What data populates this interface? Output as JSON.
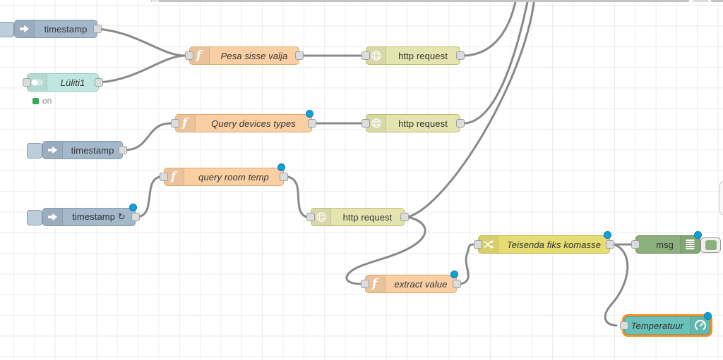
{
  "app": "node-red-flow-editor",
  "palette": {
    "canvas_bg": "#ffffff",
    "grid_line": "#ececec",
    "wire": "#898989",
    "inject_node": "#a3b8cb",
    "function_node": "#f9cfa3",
    "http_request_node": "#e4e4b1",
    "ui_switch_node": "#bfe6df",
    "change_node": "#e5dc73",
    "debug_node": "#8cb07c",
    "ui_gauge_node": "#68c2ba",
    "changed_indicator": "#0ea0d8",
    "selection_border": "#f88d21",
    "status_green": "#3ba55c"
  },
  "nodes": {
    "inject1": {
      "label": "timestamp",
      "type": "inject"
    },
    "switch1": {
      "label": "Lüliti1",
      "type": "ui-switch",
      "status_text": "on"
    },
    "func_pesa": {
      "label": "Pesa sisse valja",
      "type": "function"
    },
    "http1": {
      "label": "http request",
      "type": "http-request"
    },
    "func_devices": {
      "label": "Query devices types",
      "type": "function",
      "changed": true
    },
    "http2": {
      "label": "http request",
      "type": "http-request"
    },
    "inject2": {
      "label": "timestamp",
      "type": "inject"
    },
    "func_room": {
      "label": "query room temp",
      "type": "function",
      "changed": true
    },
    "inject3": {
      "label": "timestamp",
      "repeat_glyph": "↻",
      "type": "inject",
      "changed": true
    },
    "http3": {
      "label": "http request",
      "type": "http-request"
    },
    "func_extract": {
      "label": "extract value",
      "type": "function",
      "changed": true
    },
    "change1": {
      "label": "Teisenda fiks komasse",
      "type": "change",
      "changed": true
    },
    "debug1": {
      "label": "msg",
      "type": "debug",
      "changed": true
    },
    "gauge1": {
      "label": "Temperatuur",
      "type": "ui-gauge",
      "changed": true,
      "selected": true
    }
  }
}
